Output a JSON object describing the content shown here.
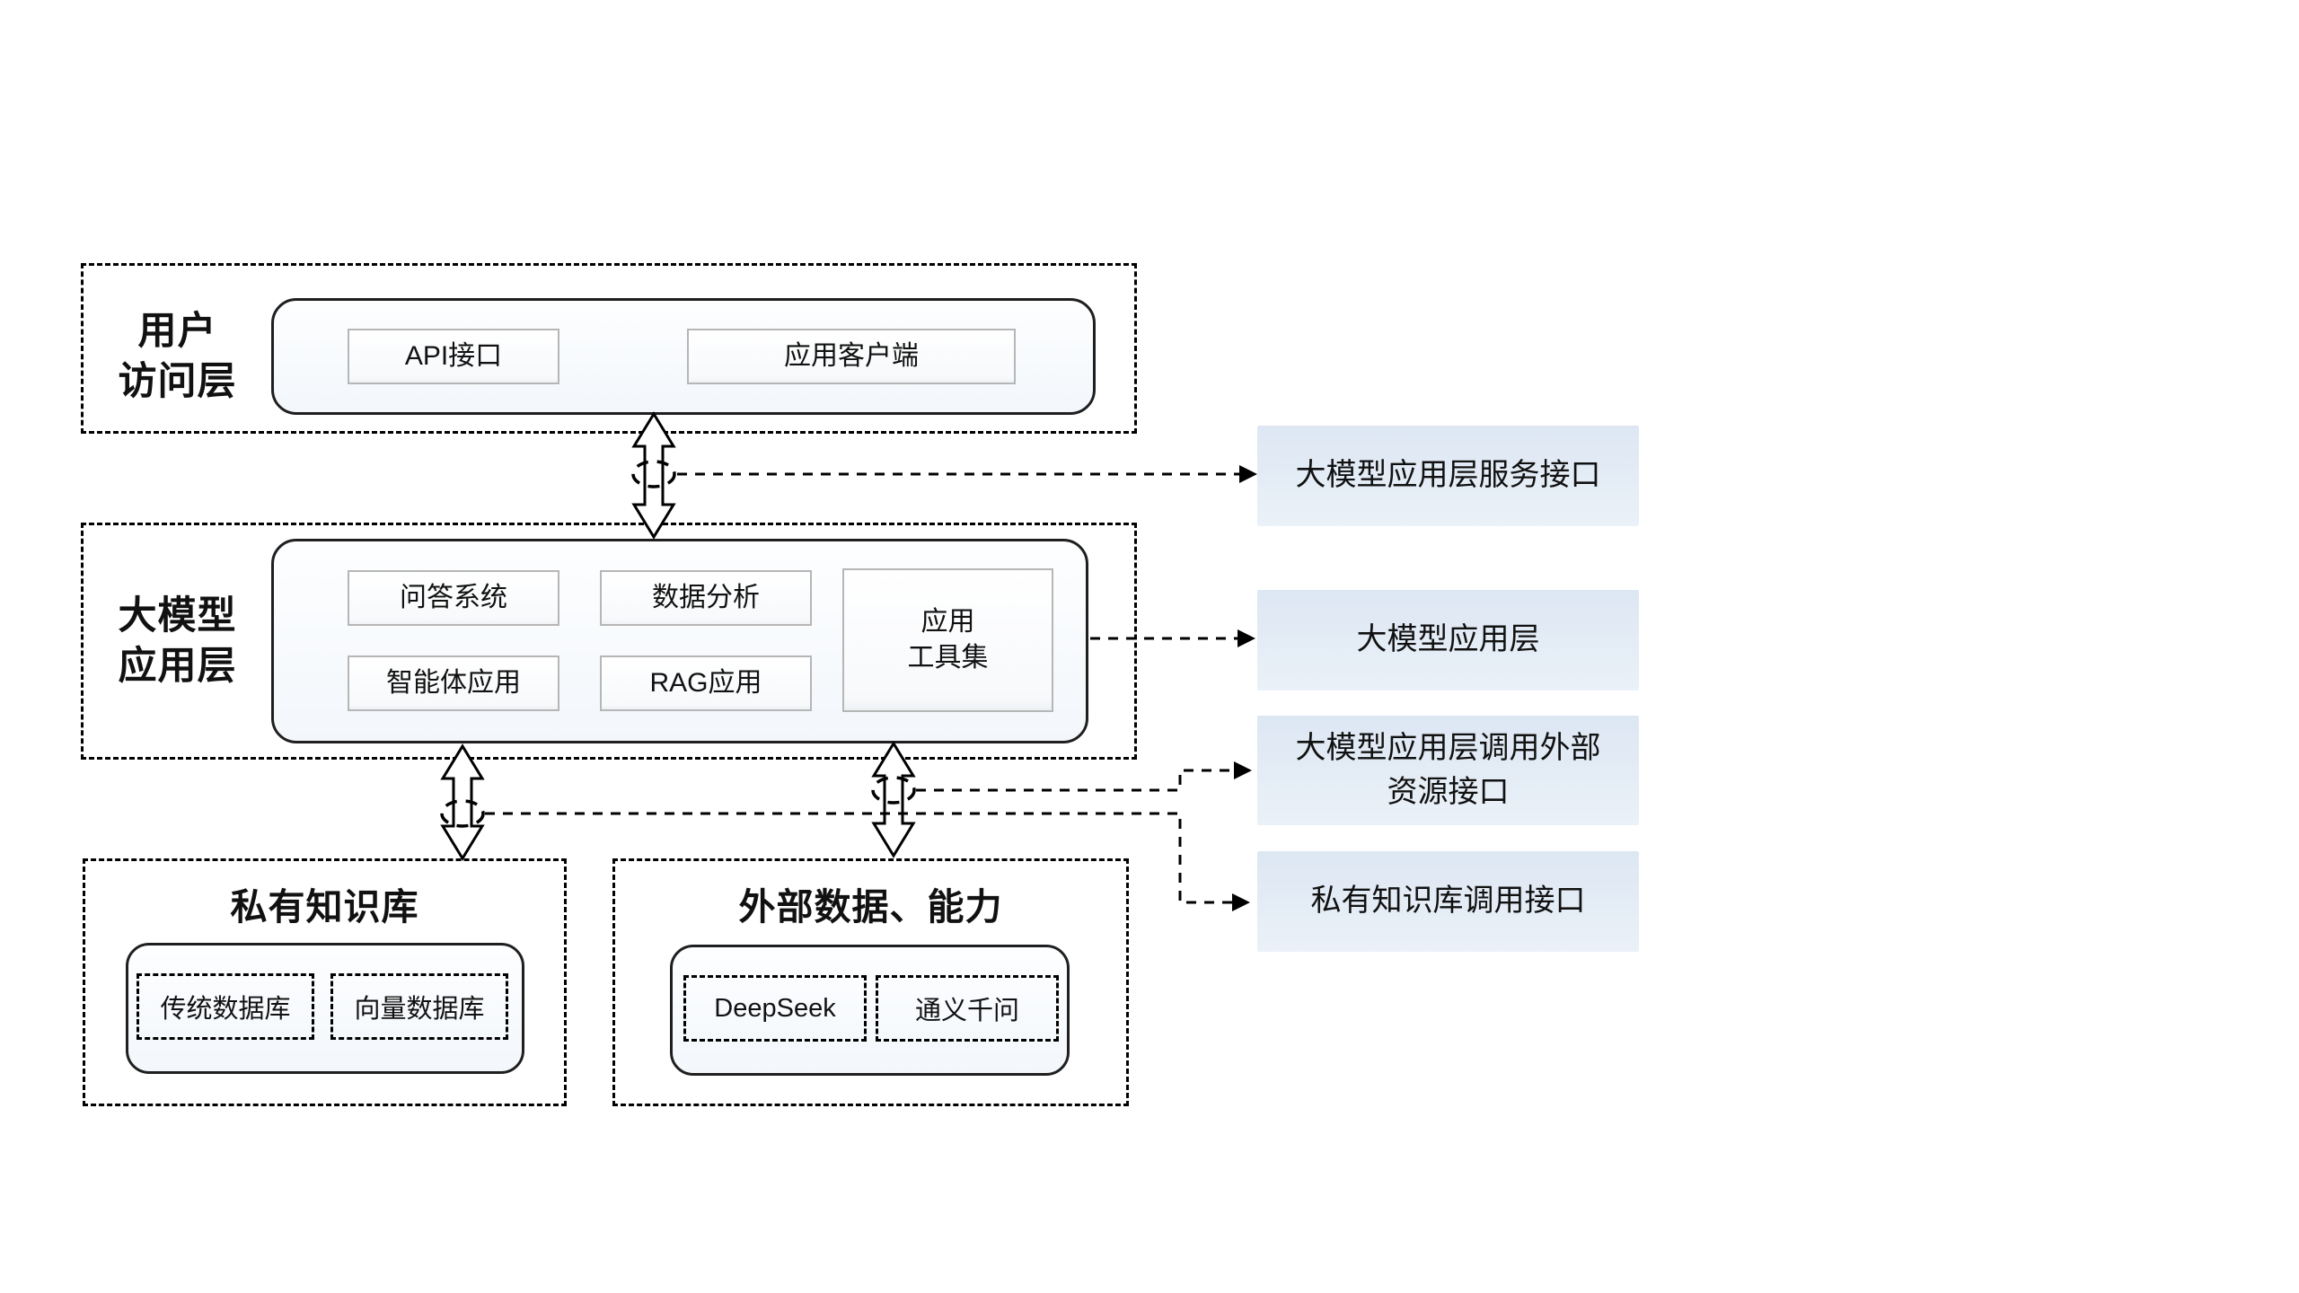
{
  "colors": {
    "accent_bg_top": "#dde7f3",
    "accent_bg_bottom": "#eaf1f8",
    "panel_border": "#1f1f1f",
    "innerbox_border": "#b6b6b6",
    "ink": "#111111"
  },
  "user_access_layer": {
    "label": "用户\n访问层",
    "items": {
      "api": "API接口",
      "client": "应用客户端"
    }
  },
  "model_app_layer": {
    "label": "大模型\n应用层",
    "items": {
      "qa": "问答系统",
      "analysis": "数据分析",
      "agent": "智能体应用",
      "rag": "RAG应用",
      "toolkit": "应用\n工具集"
    }
  },
  "private_kb": {
    "label": "私有知识库",
    "items": {
      "traditional_db": "传统数据库",
      "vector_db": "向量数据库"
    }
  },
  "external_sources": {
    "label": "外部数据、能力",
    "items": {
      "deepseek": "DeepSeek",
      "qwen": "通义千问"
    }
  },
  "interfaces": {
    "service": "大模型应用层服务接口",
    "app_layer": "大模型应用层",
    "external_resource": "大模型应用层调用外部\n资源接口",
    "kb_call": "私有知识库调用接口"
  }
}
